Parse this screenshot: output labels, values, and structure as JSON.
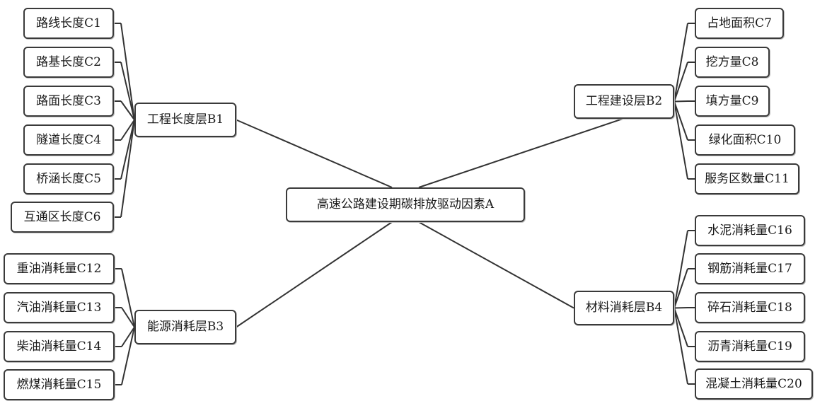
{
  "root": {
    "label": "高速公路建设期碳排放驱动因素A"
  },
  "groups": [
    {
      "label": "工程长度层B1",
      "children": [
        "路线长度C1",
        "路基长度C2",
        "路面长度C3",
        "隧道长度C4",
        "桥涵长度C5",
        "互通区长度C6"
      ]
    },
    {
      "label": "工程建设层B2",
      "children": [
        "占地面积C7",
        "挖方量C8",
        "填方量C9",
        "绿化面积C10",
        "服务区数量C11"
      ]
    },
    {
      "label": "能源消耗层B3",
      "children": [
        "重油消耗量C12",
        "汽油消耗量C13",
        "柴油消耗量C14",
        "燃煤消耗量C15"
      ]
    },
    {
      "label": "材料消耗层B4",
      "children": [
        "水泥消耗量C16",
        "钢筋消耗量C17",
        "碎石消耗量C18",
        "沥青消耗量C19",
        "混凝土消耗量C20"
      ]
    }
  ]
}
